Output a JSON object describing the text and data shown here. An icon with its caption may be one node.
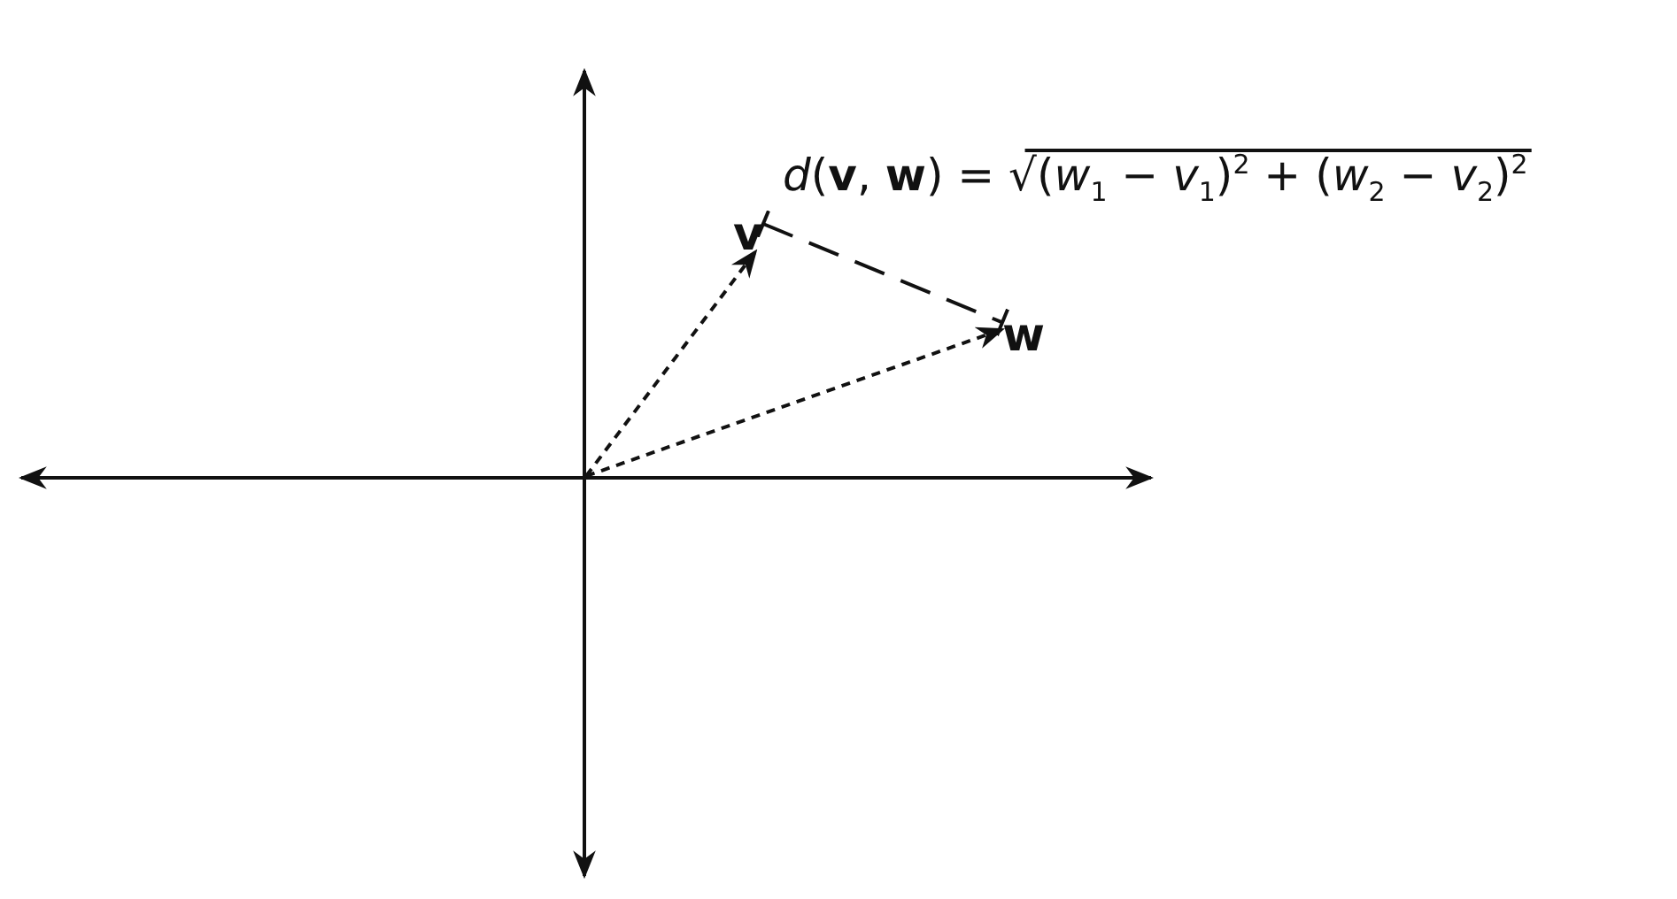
{
  "diagram": {
    "nodes": [
      {
        "text": [
          "v"
        ]
      },
      {
        "text": [
          "w"
        ]
      }
    ],
    "edges": [
      {
        "from": null,
        "to": 0,
        "arrow": "to",
        "style": "dashed"
      },
      {
        "from": null,
        "to": 1,
        "arrow": "to",
        "style": "dashed"
      },
      {
        "from": 0,
        "to": 1,
        "arrow": "other",
        "style": "dashed"
      }
    ],
    "labels": [
      "*d*(**v**, **w**) = √(*w*$_{1}$ − *v*$_{1}$)$^{2}$ + (*w*$_{2}$ − *v*$_{2}$)$^{2}$"
    ]
  }
}
